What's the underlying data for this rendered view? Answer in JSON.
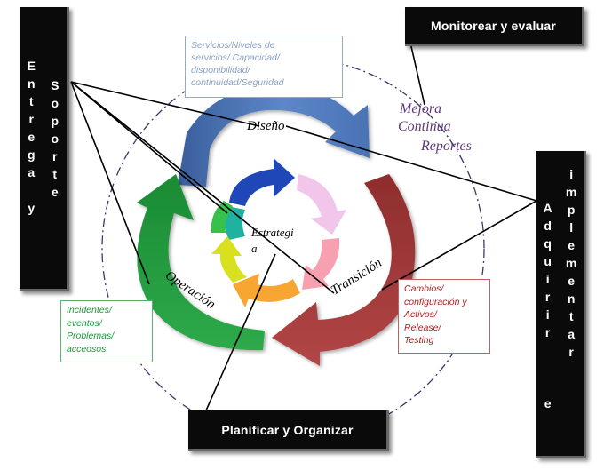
{
  "boxes": {
    "monitor": "Monitorear y evaluar",
    "plan": "Planificar y Organizar",
    "entrega": [
      "E",
      "n",
      "t",
      "r",
      "e",
      "g",
      "a",
      "",
      "y"
    ],
    "soporte": [
      "S",
      "o",
      "p",
      "o",
      "r",
      "t",
      "e"
    ],
    "adquirir": [
      "A",
      "d",
      "q",
      "u",
      "i",
      "r",
      "i",
      "r",
      "",
      "e"
    ],
    "implementar": [
      "i",
      "m",
      "p",
      "l",
      "e",
      "m",
      "e",
      "n",
      "t",
      "a",
      "r"
    ]
  },
  "cycle": {
    "design": "Diseño",
    "transition": "Transición",
    "operation": "Operación",
    "strategy": [
      "Estrategi",
      "a"
    ]
  },
  "improvement": [
    "Mejora",
    "Continua",
    "Reportes"
  ],
  "info": {
    "services": [
      "Servicios/Niveles de",
      "servicios/ Capacidad/",
      "disponibilidad/",
      "continuidad/Seguridad"
    ],
    "changes": [
      "Cambios/",
      "configuración y",
      "Activos/",
      "Release/",
      "Testing"
    ],
    "incidents": [
      "Incidentes/",
      "eventos/",
      "Problemas/",
      "acceosos"
    ]
  },
  "colors": {
    "design": "#4a73b4",
    "transition": "#a33a3a",
    "operation": "#1e9a3c",
    "services_text": "#8aa2c8",
    "changes_text": "#b01e1e",
    "incidents_text": "#1e9a3c",
    "improvement_text": "#5c3a7a",
    "dashed_circle": "#3a3a6a"
  }
}
